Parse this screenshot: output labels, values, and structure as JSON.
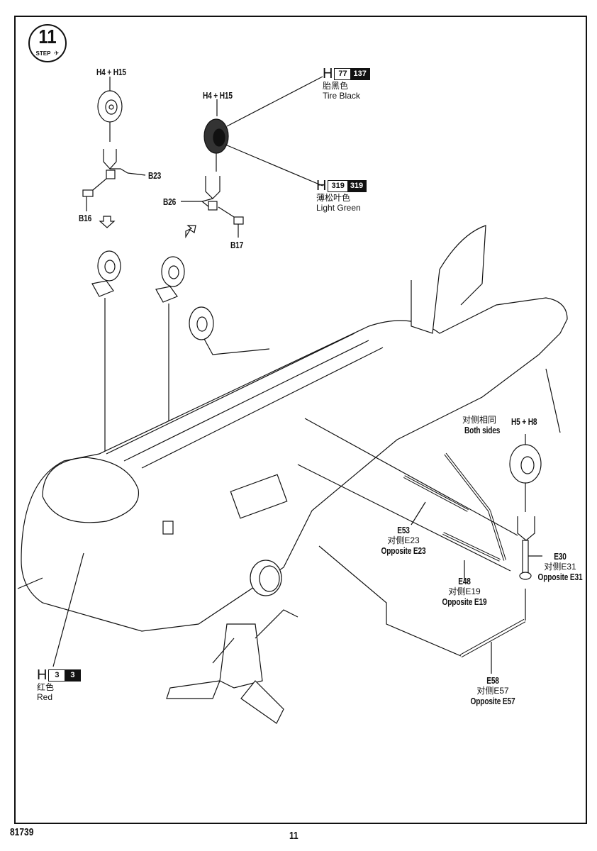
{
  "page": {
    "product_code": "81739",
    "page_number": "11"
  },
  "step": {
    "number": "11",
    "word": "STEP",
    "icon": "aircraft-icon"
  },
  "paint_callouts": [
    {
      "id": "tire-black",
      "prefix": "H",
      "code_white": "77",
      "code_black": "137",
      "name_cn": "胎黑色",
      "name_en": "Tire Black"
    },
    {
      "id": "light-green",
      "prefix": "H",
      "code_white": "319",
      "code_black": "319",
      "name_cn": "薄松叶色",
      "name_en": "Light Green"
    },
    {
      "id": "red",
      "prefix": "H",
      "code_white": "3",
      "code_black": "3",
      "name_cn": "红色",
      "name_en": "Red"
    }
  ],
  "part_labels": {
    "wheel_left": "H4 + H15",
    "wheel_right": "H4 + H15",
    "b23": "B23",
    "b16": "B16",
    "b26": "B26",
    "b17": "B17",
    "both_sides_cn": "对侧相同",
    "both_sides_en": "Both sides",
    "wheel_main": "H5 + H8",
    "e53": {
      "part": "E53",
      "cn": "对侧E23",
      "en": "Opposite E23"
    },
    "e48": {
      "part": "E48",
      "cn": "对侧E19",
      "en": "Opposite E19"
    },
    "e30": {
      "part": "E30",
      "cn": "对侧E31",
      "en": "Opposite E31"
    },
    "e58": {
      "part": "E58",
      "cn": "对侧E57",
      "en": "Opposite E57"
    }
  }
}
